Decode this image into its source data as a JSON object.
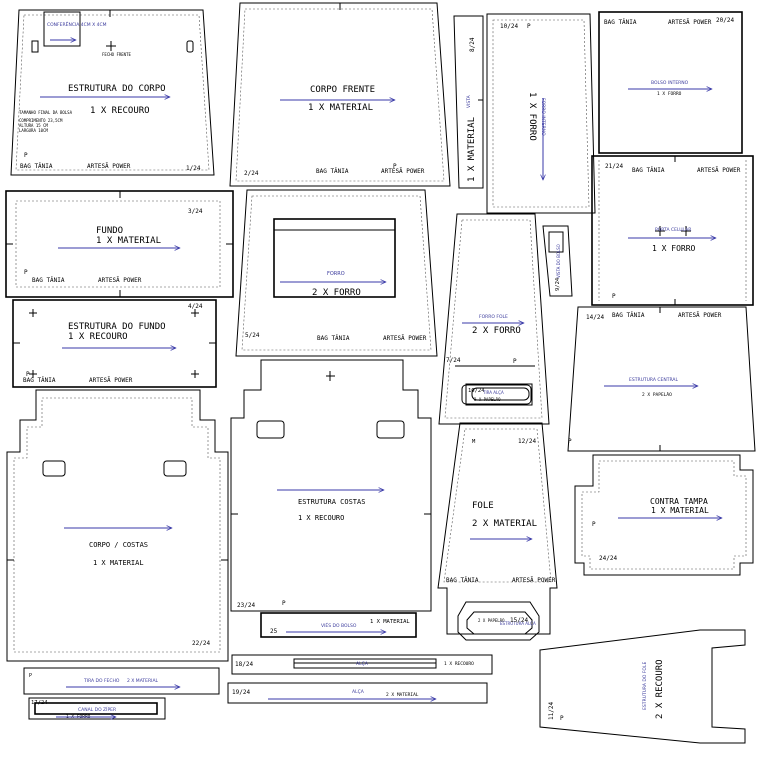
{
  "colors": {
    "line": "#000000",
    "grain": "#3a3aa8",
    "text_blue": "#3a3a9c"
  },
  "brand": {
    "left": "BAG TÂNIA",
    "right": "ARTESÃ POWER"
  },
  "pieces": {
    "p1": {
      "title": "ESTRUTURA DO CORPO",
      "qty": "1 X RECOURO",
      "num": "1/24",
      "ref_box": "CONFERÊNCIA 4CM X 4CM",
      "feature": "FECHO FRENTE",
      "info": [
        "TAMANHO FINAL DA BOLSA",
        "COMPRIMENTO 23,5CM",
        "ALTURA 15 CM",
        "LARGURA 10CM"
      ],
      "p": "P"
    },
    "p2": {
      "title": "CORPO FRENTE",
      "qty": "1 X MATERIAL",
      "num": "2/24",
      "p": "P"
    },
    "p3": {
      "title": "FUNDO",
      "qty": "1 X MATERIAL",
      "num": "3/24",
      "p": "P"
    },
    "p4": {
      "title": "ESTRUTURA DO FUNDO",
      "qty": "1 X RECOURO",
      "num": "4/24",
      "p": "P"
    },
    "p5": {
      "title": "FORRO",
      "qty": "2 X FORRO",
      "num": "5/24"
    },
    "p7": {
      "title": "FORRO FOLE",
      "qty": "2 X FORRO",
      "num": "7/24",
      "p": "P"
    },
    "p8": {
      "title": "VISTA",
      "qty": "1 X MATERIAL",
      "num": "8/24"
    },
    "p9": {
      "title": "VISTA DO BOLSO",
      "num": "9/24"
    },
    "p10": {
      "title": "FORRO INTERNO",
      "qty": "1 X FORRO",
      "num": "10/24",
      "p": "P"
    },
    "p11": {
      "title": "ESTRUTURA DO FOLE",
      "qty": "2 X RECOURO",
      "num": "11/24",
      "p": "P"
    },
    "p12": {
      "title": "FOLE",
      "qty": "2 X MATERIAL",
      "num": "12/24",
      "m": "M"
    },
    "p14": {
      "title": "ESTRUTURA CENTRAL",
      "qty": "2 X PAPELÃO",
      "num": "14/24",
      "p": "P"
    },
    "p15": {
      "title": "ESTRUTURA ALÇA",
      "qty": "2 X PAPELÃO",
      "num": "15/24"
    },
    "p16": {
      "title": "TIRA ALÇA",
      "qty": "2 X PAPELÃO",
      "num": "16/24"
    },
    "p17": {
      "title": "CANAL DO ZÍPER",
      "qty": "1 X FORRO",
      "num": "17/24"
    },
    "p18": {
      "title": "ALÇA",
      "qty": "1 X RECOURO",
      "num": "18/24"
    },
    "p19": {
      "title": "ALÇA",
      "qty": "2 X MATERIAL",
      "num": "19/24"
    },
    "p20": {
      "title": "BOLSO INTERNO",
      "qty": "1 X FORRO",
      "num": "20/24"
    },
    "p21": {
      "title": "PORTA CELULAR",
      "qty": "1 X FORRO",
      "num": "21/24",
      "p": "P"
    },
    "p22": {
      "title": "CORPO / COSTAS",
      "qty": "1 X MATERIAL",
      "num": "22/24"
    },
    "p23": {
      "title": "ESTRUTURA COSTAS",
      "qty": "1 X RECOURO",
      "num": "23/24",
      "p": "P"
    },
    "p24": {
      "title": "CONTRA TAMPA",
      "qty": "1 X MATERIAL",
      "num": "24/24",
      "p": "P"
    },
    "p25": {
      "title": "VIÉS DO BOLSO",
      "qty": "1 X MATERIAL",
      "num": "25"
    },
    "p26": {
      "title": "TIRA DO FECHO",
      "qty": "2 X MATERIAL",
      "p": "P"
    }
  }
}
